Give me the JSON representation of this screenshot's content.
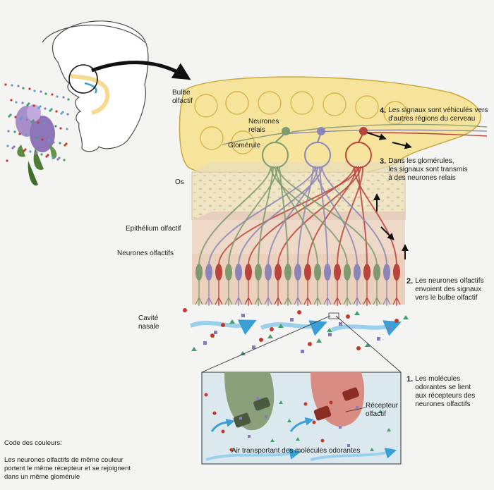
{
  "labels": {
    "bulbe": "Bulbe\nolfactif",
    "os": "Os",
    "epithelium": "Epithélium olfactif",
    "neurones_olfactifs": "Neurones olfactifs",
    "cavite": "Cavité\nnasale",
    "neurones_relais": "Neurones\nrelais",
    "glomerule": "Glomérule",
    "recepteur": "Récepteur\nolfactif",
    "air": "Air transportant des molécules odorantes"
  },
  "steps": [
    {
      "num": "4.",
      "text": "Les signaux sont véhiculés vers\nd'autres régions du cerveau"
    },
    {
      "num": "3.",
      "text": "Dans les glomérules,\nles signaux sont transmis\nà des neurones relais"
    },
    {
      "num": "2.",
      "text": "Les neurones olfactifs\nenvoient des signaux\nvers le bulbe olfactif"
    },
    {
      "num": "1.",
      "text": "Les molécules\nodorantes se lient\naux récepteurs des\nneurones olfactifs"
    }
  ],
  "legend": {
    "title": "Code des couleurs:",
    "text": "Les neurones olfactifs de même couleur\nportent le même récepteur et se rejoignent\ndans un même glomérule"
  },
  "colors": {
    "bulb_fill": "#f6e49c",
    "bulb_stroke": "#c9a83a",
    "bone": "#efe5c8",
    "epithelium": "#eed9c8",
    "inset_bg": "#dbe9ef",
    "neuron_green": "#7e9a6e",
    "neuron_purple": "#8c86b8",
    "neuron_red": "#b8453c",
    "air_arrow": "#86c4e4",
    "inset_green": "#8aa07a",
    "inset_pink": "#d98c82"
  }
}
